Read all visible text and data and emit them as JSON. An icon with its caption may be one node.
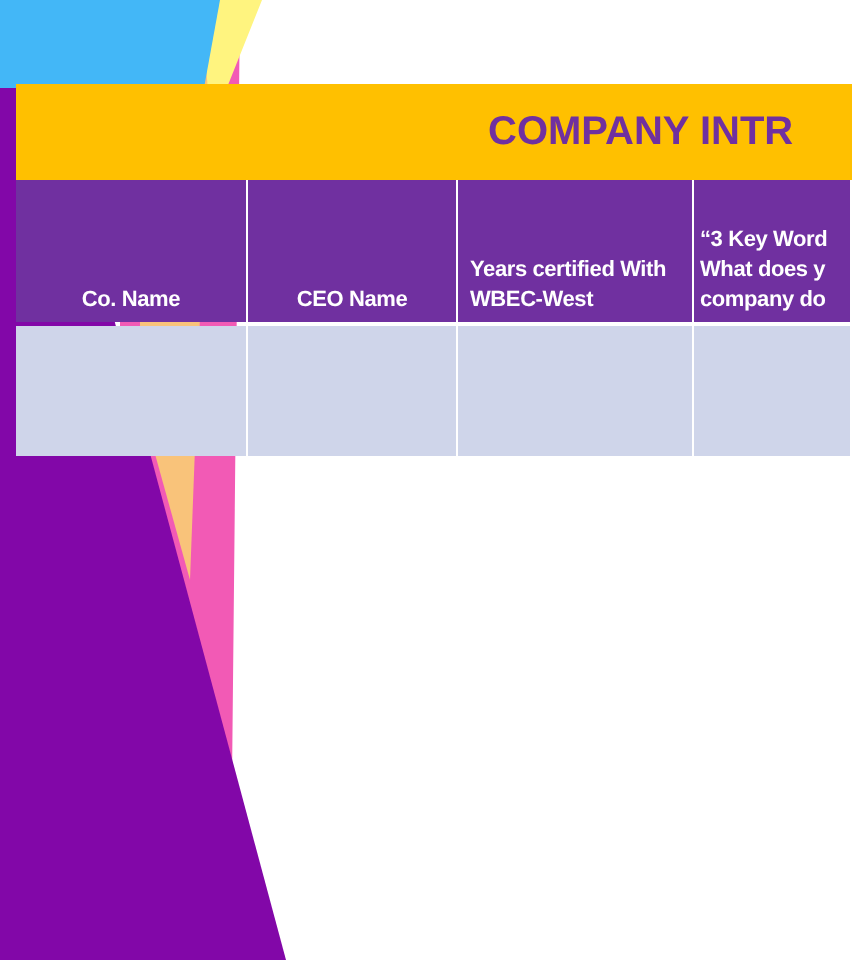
{
  "diagram": {
    "title": "COMPANY INTR",
    "labels": [
      "Co. Name",
      "CEO Name",
      "Years certified With WBEC-West",
      "“3 Key Word What does y company do"
    ]
  }
}
